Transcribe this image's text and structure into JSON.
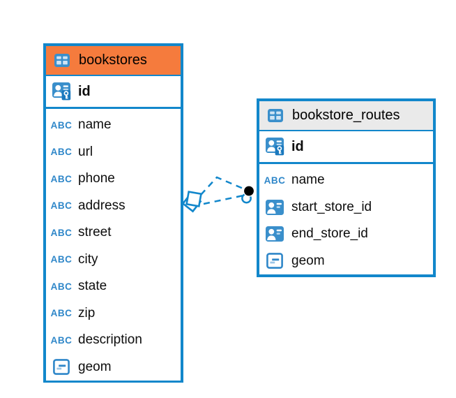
{
  "diagram": {
    "kind": "entity-relationship-diagram",
    "tables": [
      {
        "name": "bookstores",
        "header_color": "#f57b3d",
        "primary_key": {
          "name": "id",
          "type": "id-key"
        },
        "columns": [
          {
            "name": "name",
            "type": "text"
          },
          {
            "name": "url",
            "type": "text"
          },
          {
            "name": "phone",
            "type": "text"
          },
          {
            "name": "address",
            "type": "text"
          },
          {
            "name": "street",
            "type": "text"
          },
          {
            "name": "city",
            "type": "text"
          },
          {
            "name": "state",
            "type": "text"
          },
          {
            "name": "zip",
            "type": "text"
          },
          {
            "name": "description",
            "type": "text"
          },
          {
            "name": "geom",
            "type": "object"
          }
        ]
      },
      {
        "name": "bookstore_routes",
        "header_color": "#eaeaea",
        "primary_key": {
          "name": "id",
          "type": "id-key"
        },
        "columns": [
          {
            "name": "name",
            "type": "text"
          },
          {
            "name": "start_store_id",
            "type": "reference"
          },
          {
            "name": "end_store_id",
            "type": "reference"
          },
          {
            "name": "geom",
            "type": "object"
          }
        ]
      }
    ],
    "relationship": {
      "source_table": "bookstores",
      "target_table": "bookstore_routes",
      "line_style": "dashed",
      "line_count": 2,
      "line_color": "#1287cb",
      "source_marker": "stacked-diamond",
      "target_marker": "black-dot"
    },
    "colors": {
      "accent_blue": "#1287cb",
      "icon_blue": "#3a8fcb",
      "icon_blue_dark": "#1b79be",
      "icon_cell_light": "#cfe4f4",
      "header_orange": "#f57b3d",
      "header_gray": "#eaeaea",
      "text": "#0d0d0d",
      "background": "#ffffff"
    },
    "icons": {
      "abc_label": "ABC"
    }
  }
}
